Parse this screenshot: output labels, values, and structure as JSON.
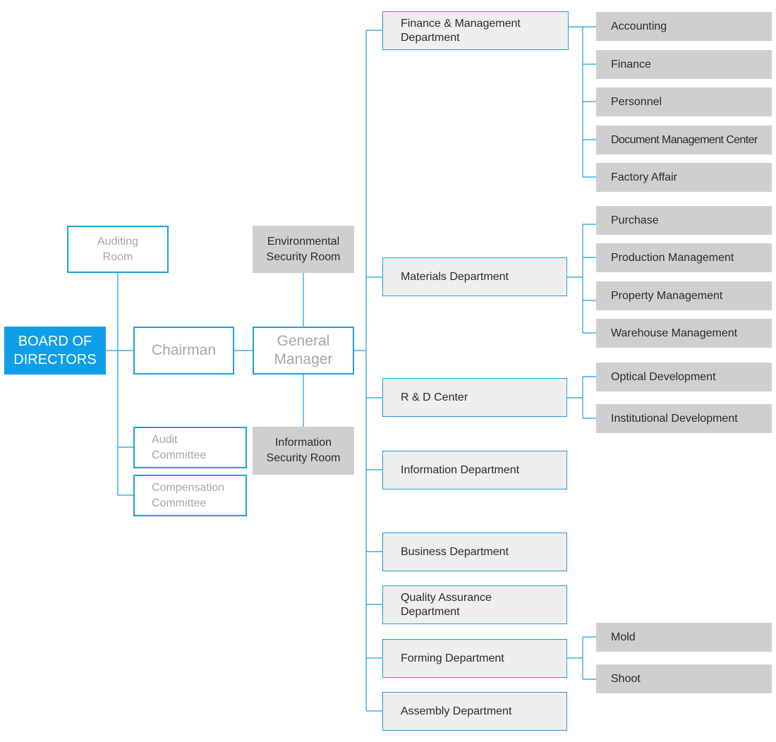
{
  "board": "BOARD OF\nDIRECTORS",
  "chairman": "Chairman",
  "general_manager": "General\nManager",
  "auditing_room": "Auditing\nRoom",
  "audit_committee": "Audit\nCommittee",
  "compensation_committee": "Compensation\nCommittee",
  "environmental_security_room": "Environmental\nSecurity Room",
  "information_security_room": "Information\nSecurity Room",
  "departments": [
    {
      "label": "Finance & Management\nDepartment",
      "subs": [
        "Accounting",
        "Finance",
        "Personnel",
        "Document Management Center",
        "Factory Affair"
      ]
    },
    {
      "label": "Materials Department",
      "subs": [
        "Purchase",
        "Production Management",
        "Property Management",
        "Warehouse Management"
      ]
    },
    {
      "label": "R & D Center",
      "subs": [
        "Optical Development",
        "Institutional Development"
      ]
    },
    {
      "label": "Information Department",
      "subs": []
    },
    {
      "label": "Business Department",
      "subs": []
    },
    {
      "label": "Quality Assurance\nDepartment",
      "subs": []
    },
    {
      "label": "Forming Department",
      "subs": [
        "Mold",
        "Shoot"
      ]
    },
    {
      "label": "Assembly Department",
      "subs": []
    }
  ],
  "colors": {
    "accent": "#1f9ee0",
    "board_fill": "#0f9ee8",
    "grey_box": "#cfcfcf",
    "dept_fill": "#eeeeee"
  }
}
